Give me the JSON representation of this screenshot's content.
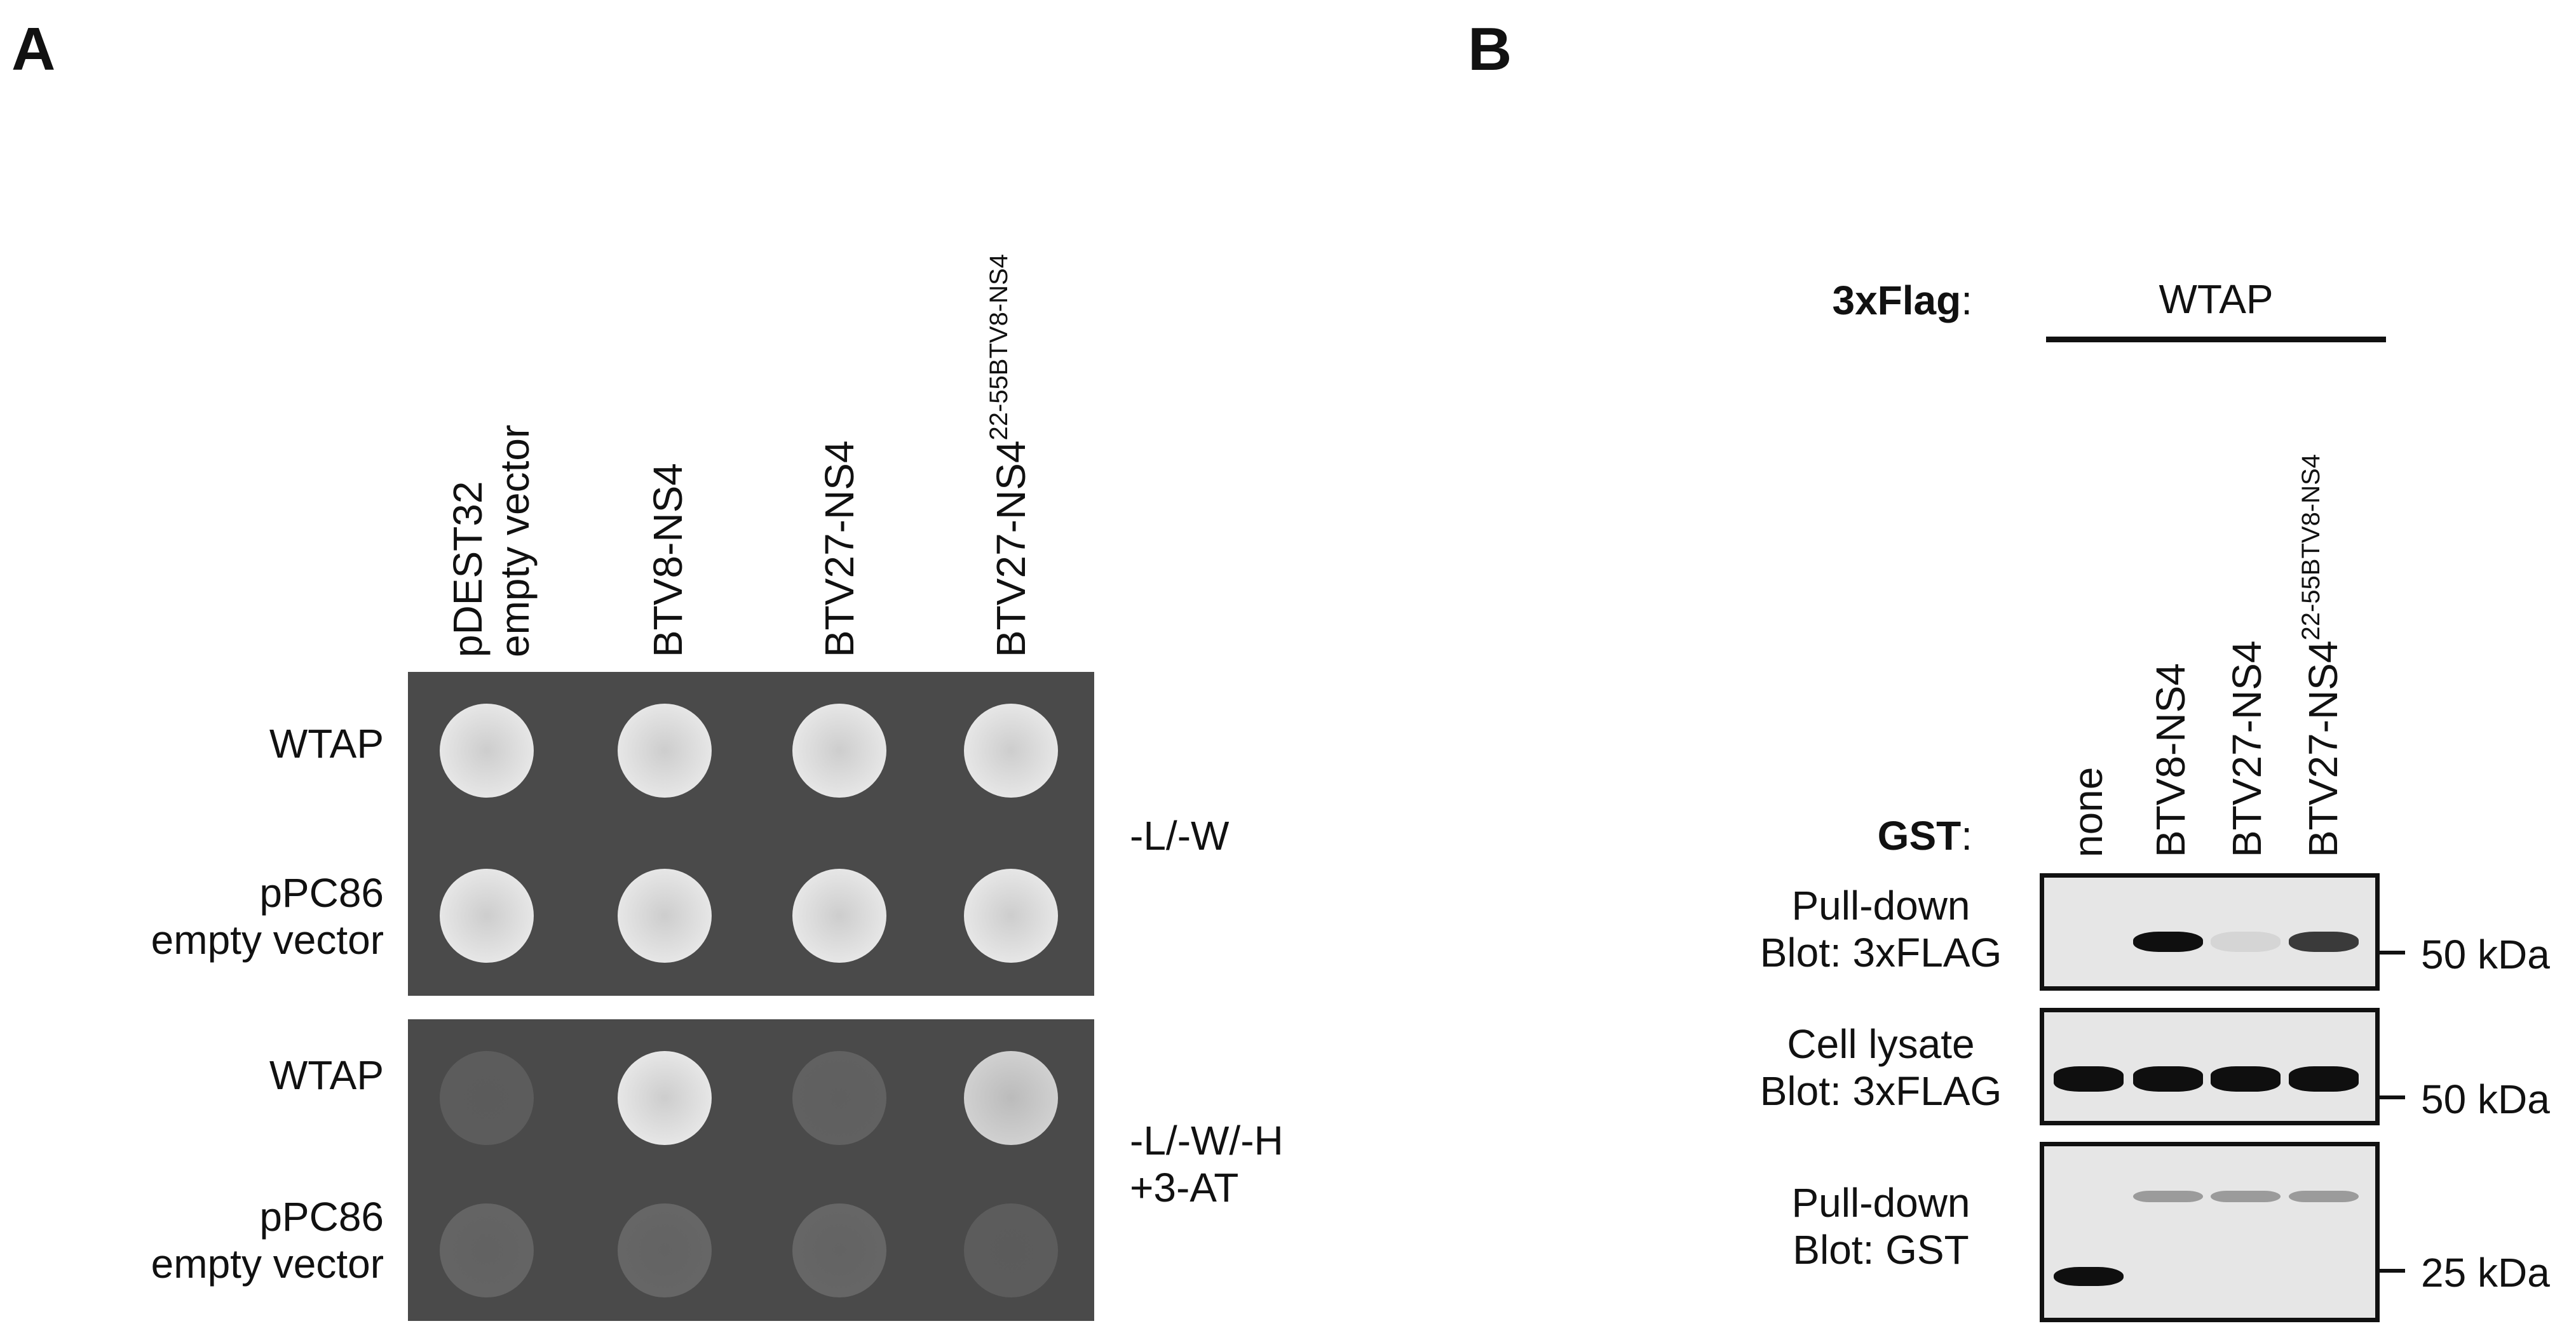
{
  "panels": {
    "a_letter": "A",
    "b_letter": "B"
  },
  "panel_a": {
    "columns": [
      {
        "line1": "pDEST32",
        "line2": "empty vector"
      },
      {
        "line1": "BTV8-NS4"
      },
      {
        "line1": "BTV27-NS4"
      },
      {
        "line1": "BTV27-NS4",
        "sup": "22-55BTV8-NS4"
      }
    ],
    "top_plate": {
      "rows": [
        {
          "line1": "WTAP"
        },
        {
          "line1": "pPC86",
          "line2": "empty vector"
        }
      ],
      "media": {
        "line1": "-L/-W"
      }
    },
    "bottom_plate": {
      "rows": [
        {
          "line1": "WTAP"
        },
        {
          "line1": "pPC86",
          "line2": "empty vector"
        }
      ],
      "media": {
        "line1": "-L/-W/-H",
        "line2": "+3-AT"
      }
    },
    "growth_top": [
      [
        1,
        1,
        1,
        1
      ],
      [
        1,
        1,
        1,
        1
      ]
    ],
    "growth_bottom": [
      [
        0.05,
        1,
        0.08,
        0.85
      ],
      [
        0.1,
        0.12,
        0.12,
        0.05
      ]
    ]
  },
  "panel_b": {
    "flag_label": "3xFlag",
    "flag_colon": ":",
    "flag_value": "WTAP",
    "gst_label": "GST",
    "gst_colon": ":",
    "lanes": [
      {
        "line1": "none"
      },
      {
        "line1": "BTV8-NS4"
      },
      {
        "line1": "BTV27-NS4"
      },
      {
        "line1": "BTV27-NS4",
        "sup": "22-55BTV8-NS4"
      }
    ],
    "blots": [
      {
        "line1": "Pull-down",
        "line2": "Blot: 3xFLAG",
        "marker": "50 kDa",
        "intensities": [
          0,
          1,
          0.08,
          0.8
        ]
      },
      {
        "line1": "Cell lysate",
        "line2": "Blot: 3xFLAG",
        "marker": "50 kDa",
        "intensities": [
          1,
          1,
          1,
          1
        ]
      },
      {
        "line1": "Pull-down",
        "line2": "Blot: GST",
        "marker": "25 kDa",
        "intensities": [
          1,
          0.35,
          0.35,
          0.35
        ]
      }
    ]
  }
}
